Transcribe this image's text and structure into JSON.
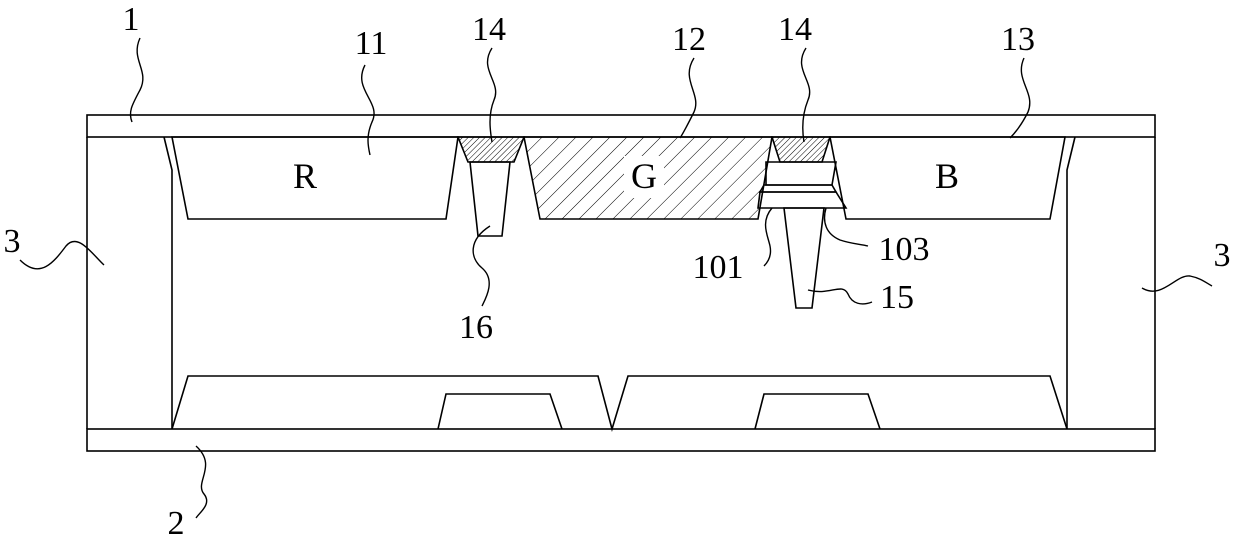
{
  "diagram": {
    "subpixel_labels": {
      "red": "R",
      "green": "G",
      "blue": "B"
    },
    "reference_numerals": {
      "upper_substrate": "1",
      "lower_substrate": "2",
      "sealant_left": "3",
      "sealant_right": "3",
      "red_filter": "11",
      "green_filter": "12",
      "blue_filter": "13",
      "black_matrix_1": "14",
      "black_matrix_2": "14",
      "spacer_main": "15",
      "spacer_aux": "16",
      "stack_layer_1": "101",
      "stack_layer_3": "103"
    }
  }
}
